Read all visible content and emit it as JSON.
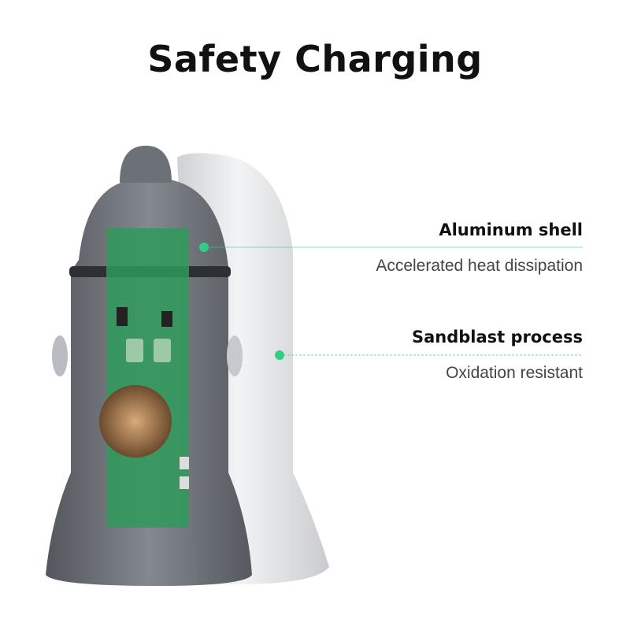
{
  "title": "Safety Charging",
  "callouts": [
    {
      "heading": "Aluminum shell",
      "description": "Accelerated heat dissipation"
    },
    {
      "heading": "Sandblast process",
      "description": "Oxidation resistant"
    }
  ],
  "colors": {
    "accent": "#2fce85",
    "shell_dark": "#5f646b",
    "shell_light": "#e6e7e9",
    "pcb": "#2f9a5a"
  }
}
